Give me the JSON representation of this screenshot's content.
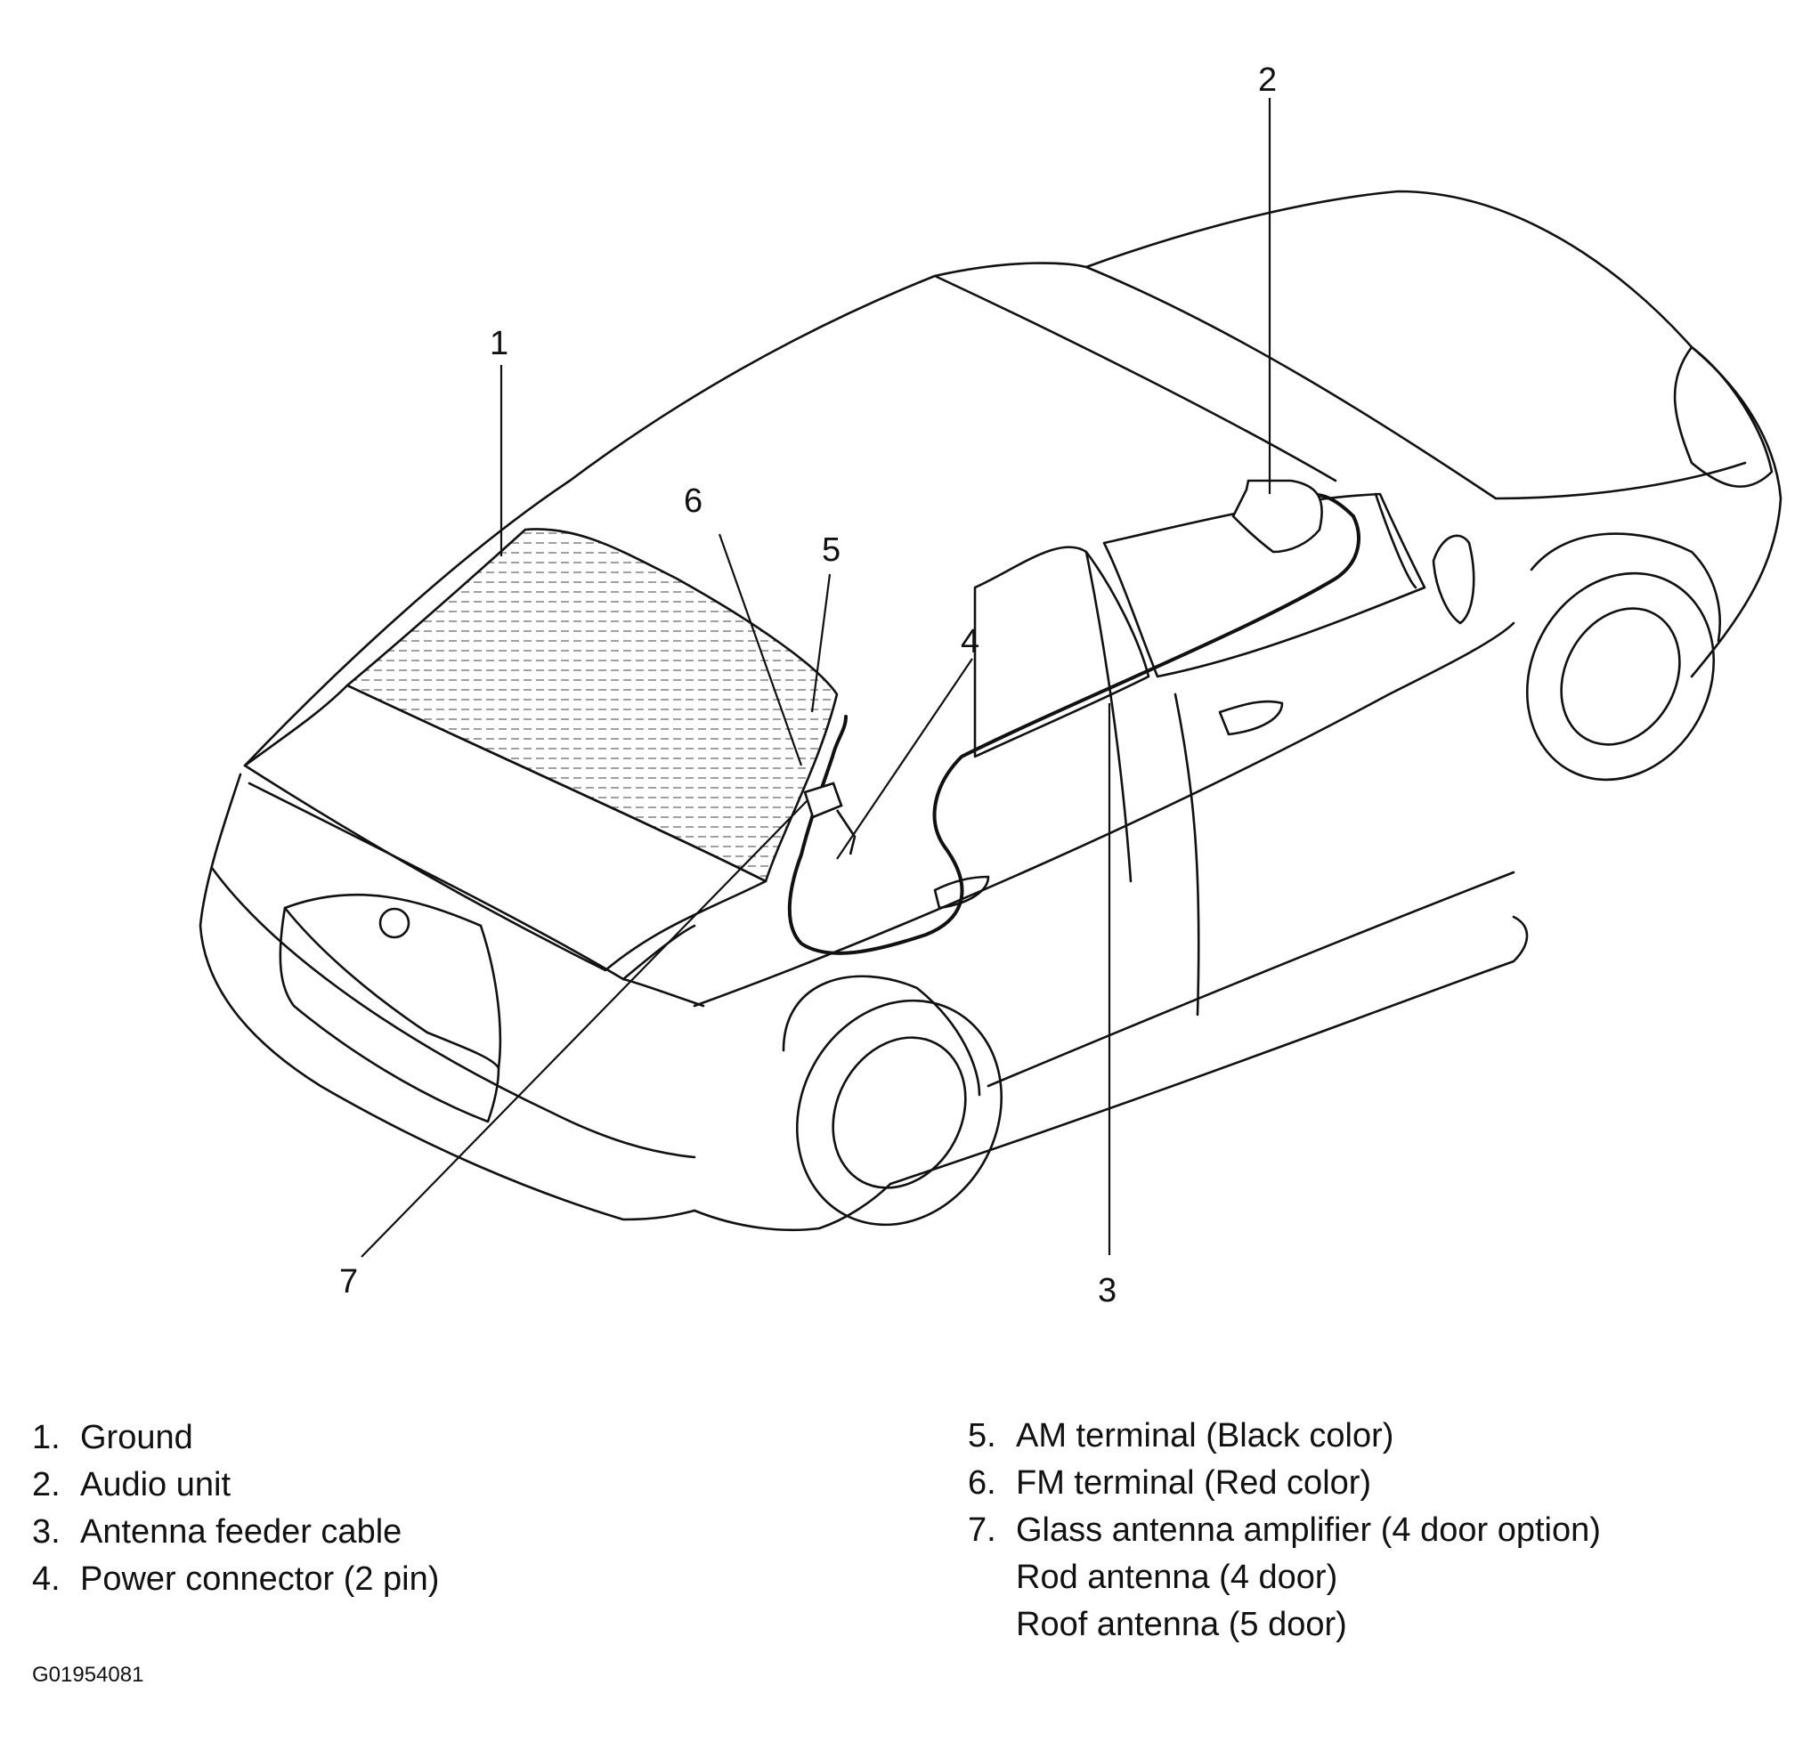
{
  "callouts": [
    "1",
    "2",
    "3",
    "4",
    "5",
    "6",
    "7"
  ],
  "legend": {
    "left": [
      {
        "num": "1.",
        "text": "Ground"
      },
      {
        "num": "2.",
        "text": "Audio unit"
      },
      {
        "num": "3.",
        "text": "Antenna feeder cable"
      },
      {
        "num": "4.",
        "text": "Power connector (2 pin)"
      }
    ],
    "right": [
      {
        "num": "5.",
        "text": "AM terminal (Black color)"
      },
      {
        "num": "6.",
        "text": "FM terminal (Red color)"
      },
      {
        "num": "7.",
        "text": "Glass antenna amplifier (4 door option)"
      }
    ],
    "right_sub": [
      "Rod antenna (4 door)",
      "Roof antenna (5 door)"
    ]
  },
  "figure_id": "G01954081",
  "colors": {
    "line": "#111111",
    "background": "#ffffff"
  }
}
